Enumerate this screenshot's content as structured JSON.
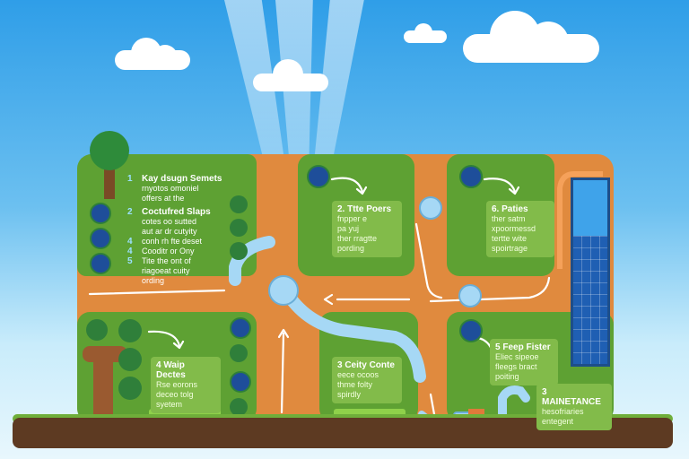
{
  "legend": {
    "items": [
      {
        "num": "1",
        "title": "Kay dsugn Semets",
        "lines": [
          "rnyotos omoniel",
          "offers at the"
        ]
      },
      {
        "num": "2",
        "title": "Coctufred Slaps",
        "lines": [
          "cotes oo sutted",
          "aut ar dr cutyity"
        ]
      },
      {
        "num": "4",
        "title": "",
        "lines": [
          "conh rh fte deset"
        ]
      },
      {
        "num": "4",
        "title": "",
        "lines": [
          "Cooditr or Ony"
        ]
      },
      {
        "num": "5",
        "title": "",
        "lines": [
          "Tite the ont of",
          "riagoeat cuity",
          "ording"
        ]
      }
    ]
  },
  "zones": {
    "z2": {
      "title": "2. Ttte Poers",
      "lines": [
        "fnpper e",
        "pa yuj",
        "ther rragtte",
        "pording"
      ]
    },
    "z6": {
      "title": "6. Paties",
      "lines": [
        "ther satm",
        "xpoormessd",
        "tertte wite",
        "spoirtrage"
      ]
    },
    "z4": {
      "title": "4 Waip Dectes",
      "lines": [
        "Rse eorons",
        "deceo tolg",
        "syetem"
      ]
    },
    "z3": {
      "title": "3 Ceity Conte",
      "lines": [
        "eece ocoos",
        "thme folty",
        "spirdly"
      ]
    },
    "z5": {
      "title": "5 Feep Fister",
      "lines": [
        "Eliec sipeoe",
        "fleegs bract",
        "poiting"
      ]
    },
    "z7": {
      "title": "3 MAINETANCE",
      "lines": [
        "hesofriaries",
        "entegent"
      ]
    }
  },
  "colors": {
    "sky_top": "#2f9ee8",
    "plot_green": "#5ea133",
    "path_orange": "#e08a3e",
    "pipe_blue": "#a6d8f5",
    "soil": "#5d3a22"
  }
}
